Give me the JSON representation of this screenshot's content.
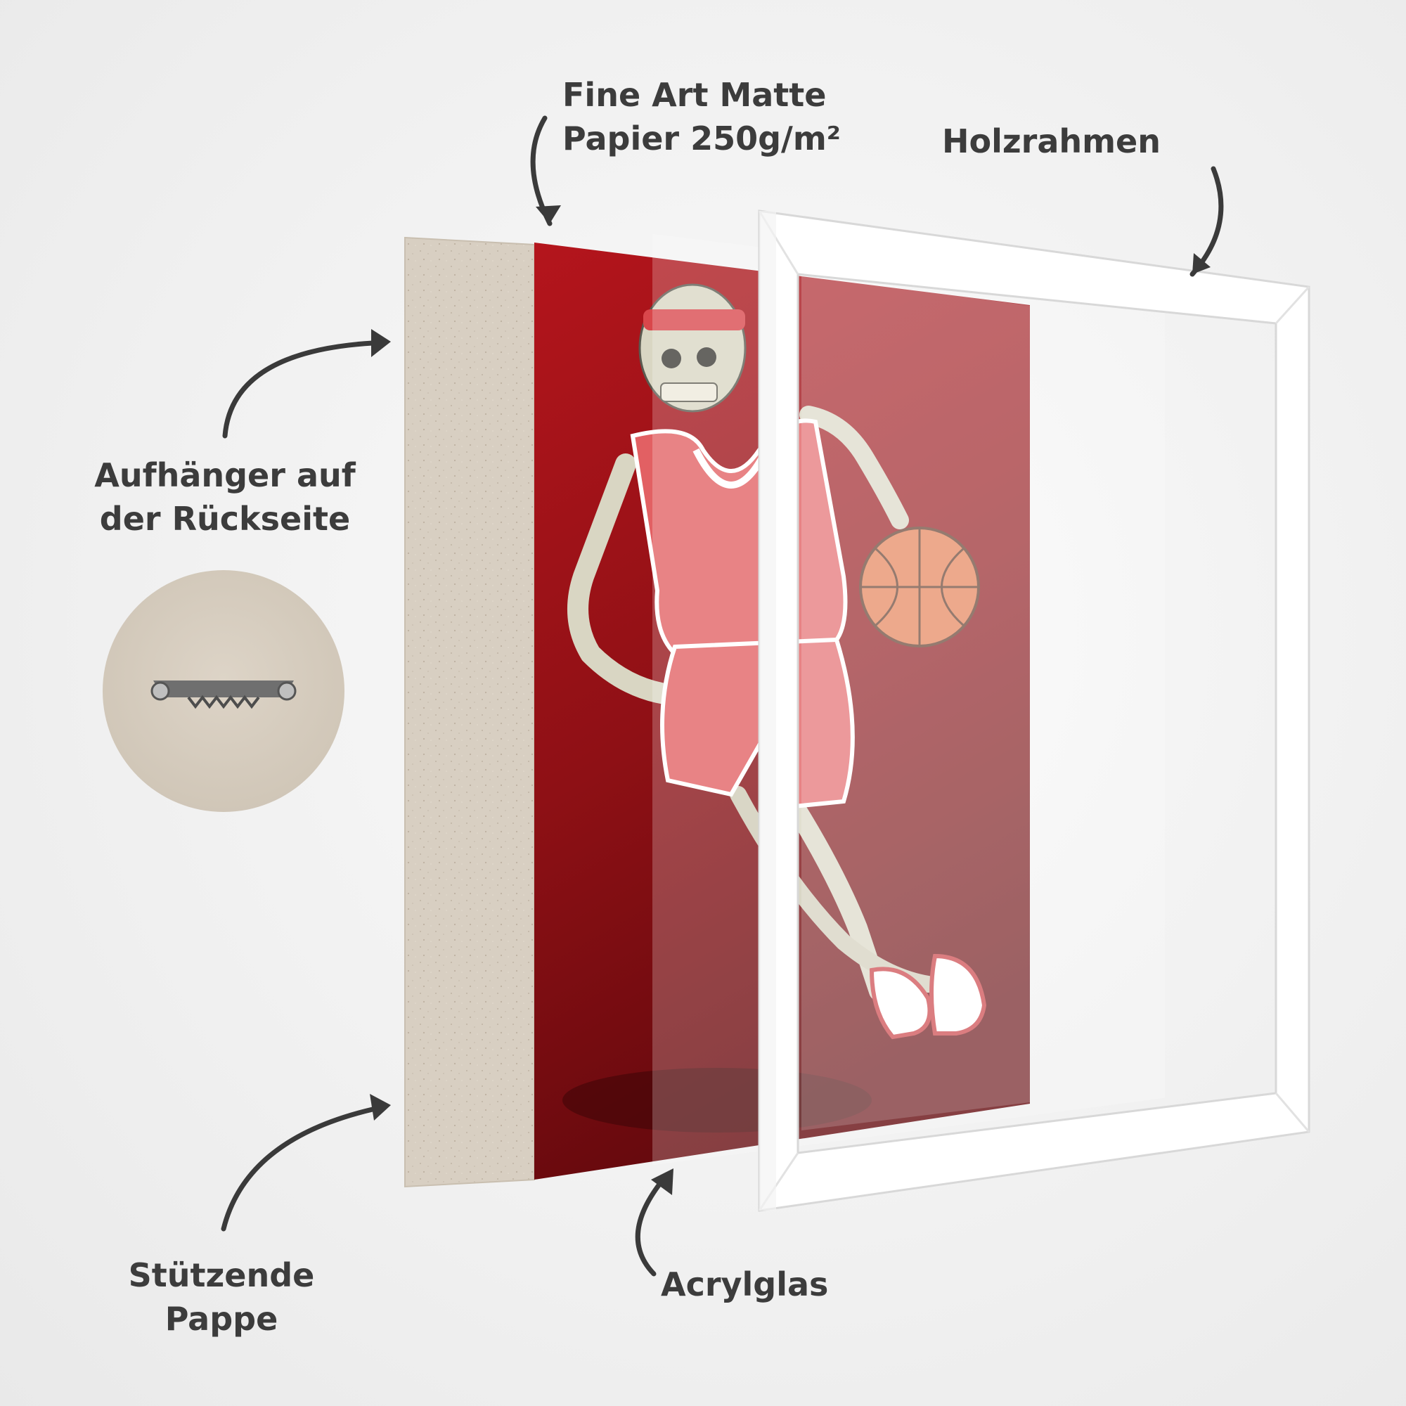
{
  "labels": {
    "paper": {
      "line1": "Fine Art Matte",
      "line2": "Papier 250g/m²"
    },
    "frame": "Holzrahmen",
    "hanger": {
      "line1": "Aufhänger auf",
      "line2": "der Rückseite"
    },
    "cardboard": {
      "line1": "Stützende",
      "line2": "Pappe"
    },
    "acrylic": "Acrylglas"
  },
  "colors": {
    "background": "#f1f1f1",
    "label_text": "#3c3c3c",
    "arrow": "#3a3a3a",
    "cardboard": "#d9d0c3",
    "print_red": "#a9141b",
    "print_dark_red": "#6a0b0f",
    "frame": "#ffffff"
  },
  "icons": {
    "arrow_style": "curved-arrow",
    "hanger": "sawtooth-hanger-icon",
    "artwork": "skeleton-basketball-player"
  }
}
